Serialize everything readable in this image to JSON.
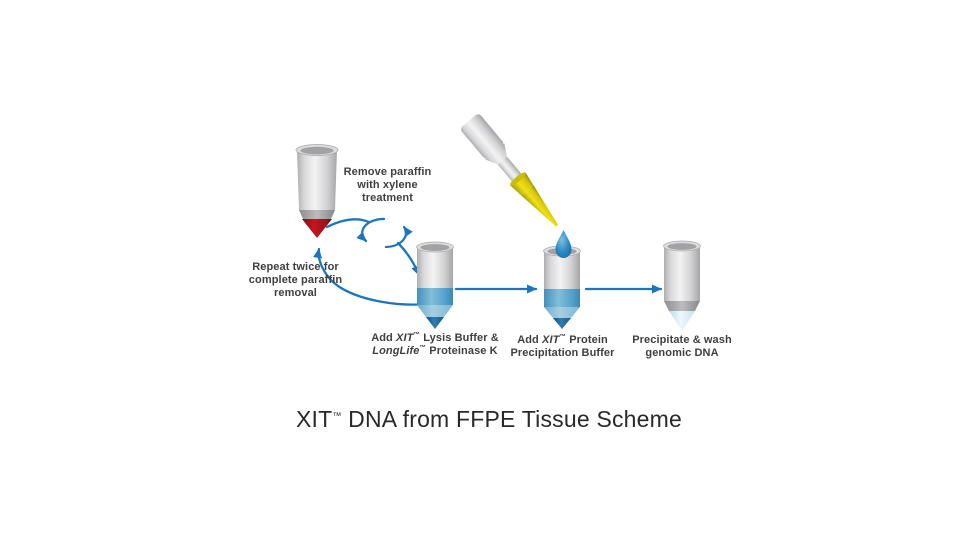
{
  "diagram": {
    "title": {
      "brand": "XIT",
      "trademark": "™",
      "rest": " DNA from FFPE Tissue Scheme"
    },
    "notes": {
      "remove_paraffin": {
        "line1": "Remove paraffin",
        "line2": "with xylene",
        "line3": "treatment"
      },
      "repeat": {
        "line1": "Repeat twice for",
        "line2": "complete paraffin",
        "line3": "removal"
      }
    },
    "labels": {
      "lysis": {
        "prefix": "Add ",
        "brand1": "XIT",
        "tm1": "™",
        "rest1": " Lysis Buffer &",
        "brand2": "LongLife",
        "tm2": "™",
        "rest2": " Proteinase K"
      },
      "precipitation": {
        "prefix": "Add ",
        "brand": "XIT",
        "tm": "™",
        "rest": " Protein",
        "line2": "Precipitation Buffer"
      },
      "wash": {
        "line1": "Precipitate & wash",
        "line2": "genomic DNA"
      }
    },
    "icons": {
      "tube1": "tube-red-paraffin-icon",
      "tube2": "tube-blue-lysis-icon",
      "tube3": "tube-blue-precipitation-icon",
      "tube4": "tube-pale-dna-icon",
      "pipette": "pipette-icon",
      "cycle": "cycle-arrows-icon"
    },
    "colors": {
      "arrow_blue": "#1d76bc",
      "paraffin_red": "#c4161f",
      "buffer_blue": "#5aa6cc",
      "pellet_dark_blue": "#1b6094",
      "dna_pale_blue": "#d9ecf4",
      "pipette_yellow": "#e6d40e",
      "label_text": "#3f3f41",
      "title_text": "#29292b"
    }
  }
}
